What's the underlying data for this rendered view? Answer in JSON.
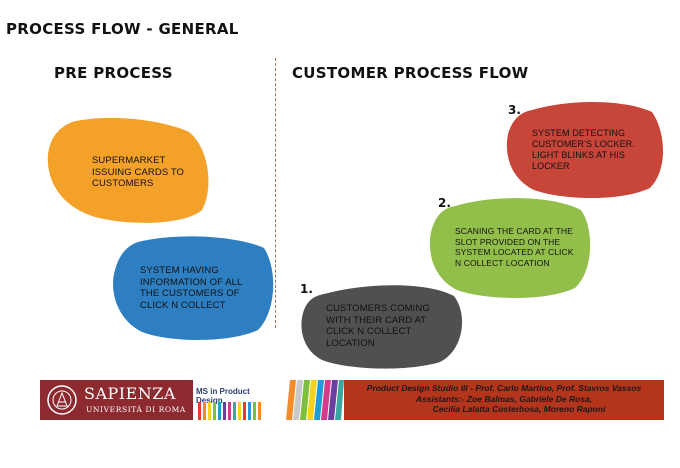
{
  "title": "PROCESS FLOW - GENERAL",
  "sections": {
    "pre": "PRE PROCESS",
    "customer": "CUSTOMER PROCESS FLOW"
  },
  "pre_process": [
    {
      "text": "SUPERMARKET ISSUING CARDS TO CUSTOMERS",
      "color": "#f4a12a"
    },
    {
      "text": "SYSTEM HAVING INFORMATION OF ALL THE CUSTOMERS OF CLICK N COLLECT",
      "color": "#2e7fc1"
    }
  ],
  "customer_flow": [
    {
      "number": "1.",
      "text": "CUSTOMERS COMING WITH THEIR CARD AT CLICK N COLLECT LOCATION",
      "color": "#505050"
    },
    {
      "number": "2.",
      "text": "SCANING THE CARD AT THE SLOT PROVIDED ON THE SYSTEM LOCATED AT CLICK N COLLECT LOCATION",
      "color": "#92bf4a"
    },
    {
      "number": "3.",
      "text": "SYSTEM DETECTING CUSTOMER'S LOCKER. LIGHT BLINKS AT HIS LOCKER",
      "color": "#c8453a"
    }
  ],
  "footer": {
    "university_name": "SAPIENZA",
    "university_sub": "UNIVERSITÀ DI ROMA",
    "program_label": "MS in Product Design",
    "studio_line1": "Product Design Studio III - Prof. Carlo Martino, Prof. Stavros Vassos",
    "studio_line2": "Assistants:- Zoe Balmas, Gabriele De Rosa,",
    "studio_line3": "Cecilia Lalatta Costerbosa, Moreno Raponi",
    "colors": {
      "sapienza": "#8c2a2f",
      "studio": "#b5341c"
    }
  }
}
